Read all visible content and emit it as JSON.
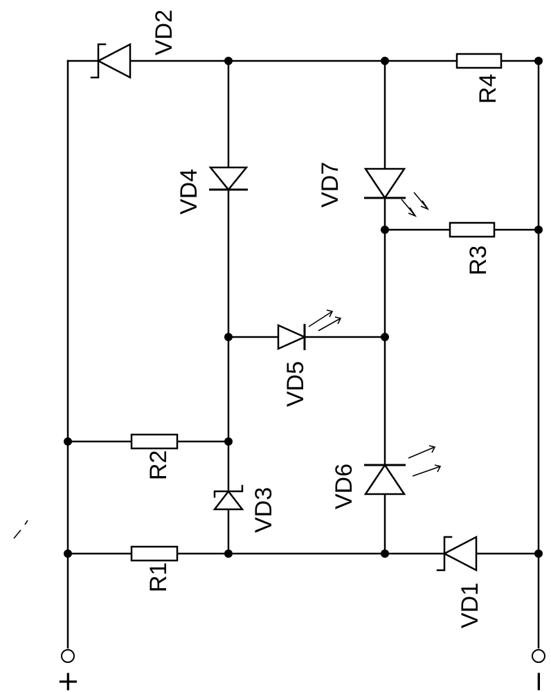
{
  "labels": {
    "VD1": "VD1",
    "VD2": "VD2",
    "VD3": "VD3",
    "VD4": "VD4",
    "VD5": "VD5",
    "VD6": "VD6",
    "VD7": "VD7",
    "R1": "R1",
    "R2": "R2",
    "R3": "R3",
    "R4": "R4"
  },
  "terminals": {
    "positive": "+",
    "negative": "−"
  }
}
